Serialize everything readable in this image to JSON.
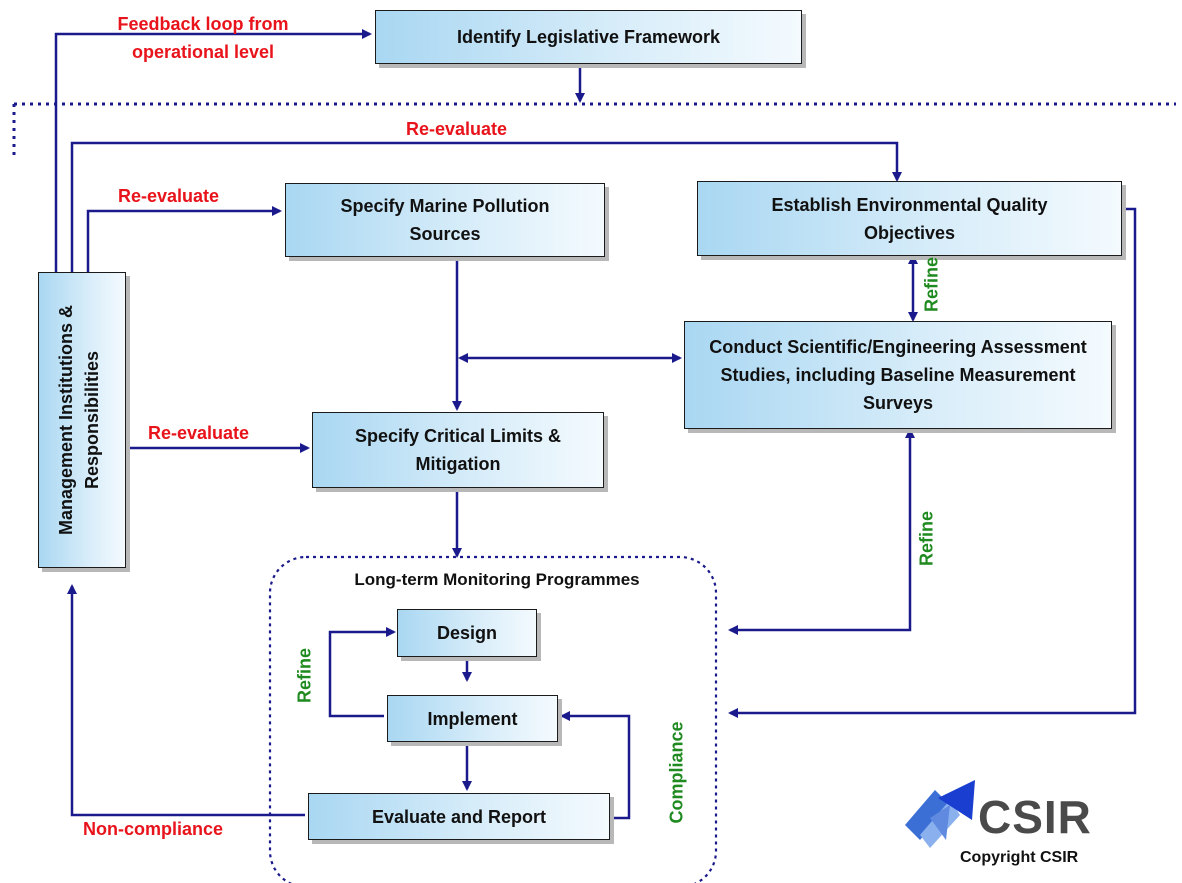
{
  "boxes": {
    "legislative": "Identify Legislative Framework",
    "pollution_sources": "Specify Marine Pollution Sources",
    "quality_objectives": "Establish Environmental Quality Objectives",
    "assessment_studies": "Conduct Scientific/Engineering Assessment Studies, including Baseline Measurement Surveys",
    "critical_limits": "Specify Critical Limits & Mitigation",
    "management": "Management Institutions & Responsibilities",
    "design": "Design",
    "implement": "Implement",
    "evaluate": "Evaluate and Report"
  },
  "group_title": "Long-term Monitoring Programmes",
  "labels": {
    "feedback_loop": "Feedback loop from operational level",
    "reevaluate_top": "Re-evaluate",
    "reevaluate_mid": "Re-evaluate",
    "reevaluate_low": "Re-evaluate",
    "refine_objectives": "Refine",
    "refine_monitoring": "Refine",
    "refine_design": "Refine",
    "compliance": "Compliance",
    "non_compliance": "Non-compliance"
  },
  "logo": {
    "name": "CSIR",
    "copyright": "Copyright CSIR"
  },
  "colors": {
    "arrow": "#1a1a8c",
    "relabel": "#e8131b",
    "refine": "#1f8a1f"
  }
}
